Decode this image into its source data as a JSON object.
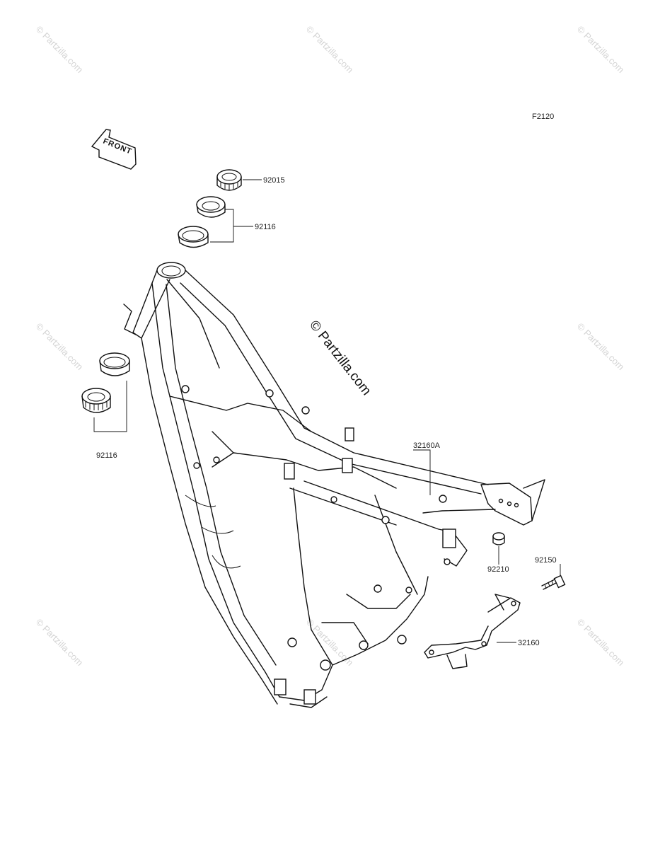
{
  "diagram_code": "F2120",
  "front_arrow_text": "FRONT",
  "watermark_center": "© Partzilla.com",
  "watermark_corner": "© Partzilla.com",
  "parts": {
    "steering_nut": "92015",
    "bearing_upper": "92116",
    "bearing_lower": "92116",
    "frame_rear": "32160A",
    "nut": "92210",
    "bolt": "92150",
    "frame_sub": "32160"
  }
}
